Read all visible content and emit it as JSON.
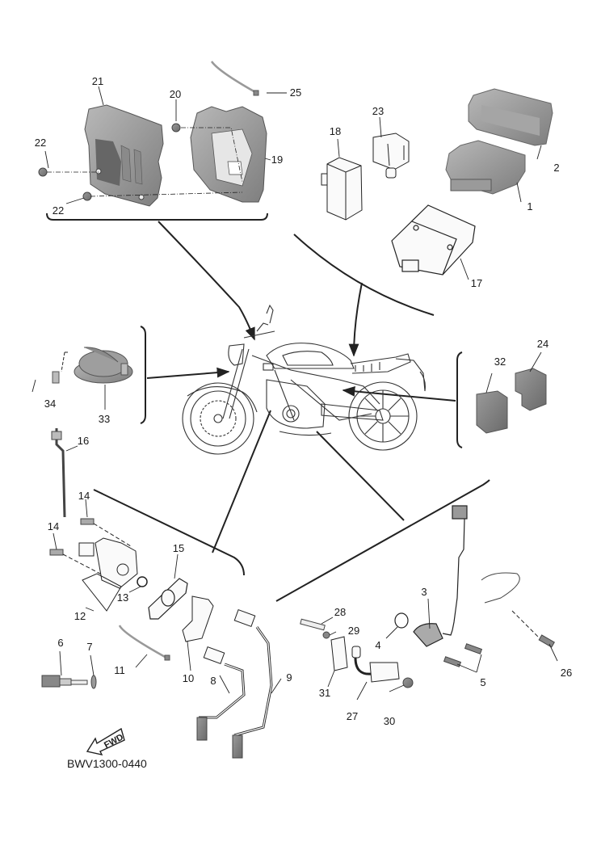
{
  "diagram": {
    "title": "Electrical parts exploded view",
    "code": "BWV1300-0440",
    "direction_indicator": "FWD",
    "direction_icon": "forward-arrow-icon",
    "center_figure": "motorcycle-side-view"
  },
  "callouts": [
    {
      "number": "1",
      "part": "ecu-unit"
    },
    {
      "number": "2",
      "part": "ecu-cover"
    },
    {
      "number": "3",
      "part": "sensor-with-lead"
    },
    {
      "number": "4",
      "part": "o-ring"
    },
    {
      "number": "5",
      "part": "screws"
    },
    {
      "number": "6",
      "part": "temperature-sensor"
    },
    {
      "number": "7",
      "part": "gasket-washer"
    },
    {
      "number": "8",
      "part": "oxygen-sensor-1"
    },
    {
      "number": "9",
      "part": "oxygen-sensor-2"
    },
    {
      "number": "10",
      "part": "bracket"
    },
    {
      "number": "11",
      "part": "cable-tie"
    },
    {
      "number": "12",
      "part": "isc-valve-assembly"
    },
    {
      "number": "13",
      "part": "o-ring"
    },
    {
      "number": "14",
      "part": "bolt"
    },
    {
      "number": "15",
      "part": "gasket"
    },
    {
      "number": "16",
      "part": "sensor-lead"
    },
    {
      "number": "17",
      "part": "rectifier-regulator"
    },
    {
      "number": "18",
      "part": "relay-unit"
    },
    {
      "number": "19",
      "part": "bracket-housing"
    },
    {
      "number": "20",
      "part": "nut"
    },
    {
      "number": "21",
      "part": "cover"
    },
    {
      "number": "22",
      "part": "screw"
    },
    {
      "number": "23",
      "part": "sensor-unit"
    },
    {
      "number": "24",
      "part": "relay"
    },
    {
      "number": "25",
      "part": "cable-tie"
    },
    {
      "number": "26",
      "part": "bolt"
    },
    {
      "number": "27",
      "part": "sensor-with-hose"
    },
    {
      "number": "28",
      "part": "bolt"
    },
    {
      "number": "29",
      "part": "washer"
    },
    {
      "number": "30",
      "part": "nut"
    },
    {
      "number": "31",
      "part": "rubber-block"
    },
    {
      "number": "32",
      "part": "relay"
    },
    {
      "number": "33",
      "part": "horn"
    },
    {
      "number": "34",
      "part": "bolt"
    }
  ]
}
